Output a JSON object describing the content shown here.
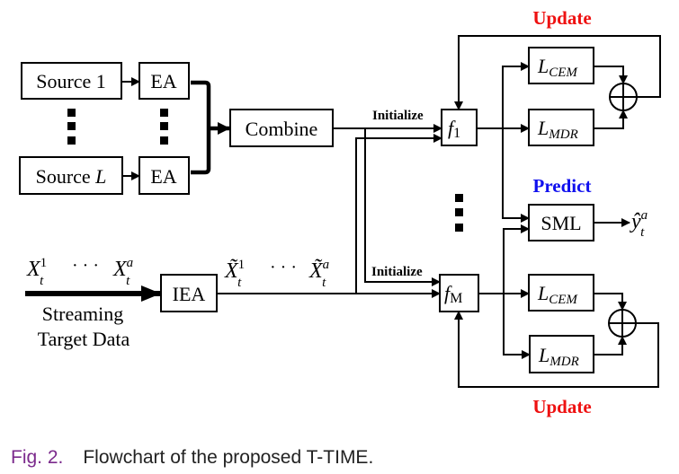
{
  "diagram": {
    "sources": {
      "first": {
        "label": "Source 1"
      },
      "last": {
        "prefix": "Source ",
        "index": "L"
      }
    },
    "ea_label": "EA",
    "combine_label": "Combine",
    "iea_label": "IEA",
    "initialize_label": "Initialize",
    "update_label": "Update",
    "predict_label": "Predict",
    "sml_label": "SML",
    "models": {
      "first": {
        "base": "f",
        "sub": "1"
      },
      "last": {
        "base": "f",
        "sub": "M"
      }
    },
    "losses": {
      "cem": {
        "base": "L",
        "sub": "CEM"
      },
      "mdr": {
        "base": "L",
        "sub": "MDR"
      }
    },
    "stream": {
      "input_first": {
        "base": "X",
        "sup": "1",
        "sub": "t"
      },
      "input_last": {
        "base": "X",
        "sup": "a",
        "sub": "t"
      },
      "ellipsis": "· · ·",
      "augmented_first": {
        "base": "X̃",
        "sup": "1",
        "sub": "t"
      },
      "augmented_last": {
        "base": "X̃",
        "sup": "a",
        "sub": "t"
      },
      "label_line1": "Streaming",
      "label_line2": "Target Data"
    },
    "output": {
      "base": "ŷ",
      "sup": "a",
      "sub": "t"
    },
    "colors": {
      "update": "#ee1111",
      "predict": "#1010ee",
      "caption_fig": "#7b2a8c"
    }
  },
  "caption": {
    "fig_label": "Fig. 2.",
    "text": "Flowchart of the proposed T-TIME."
  }
}
